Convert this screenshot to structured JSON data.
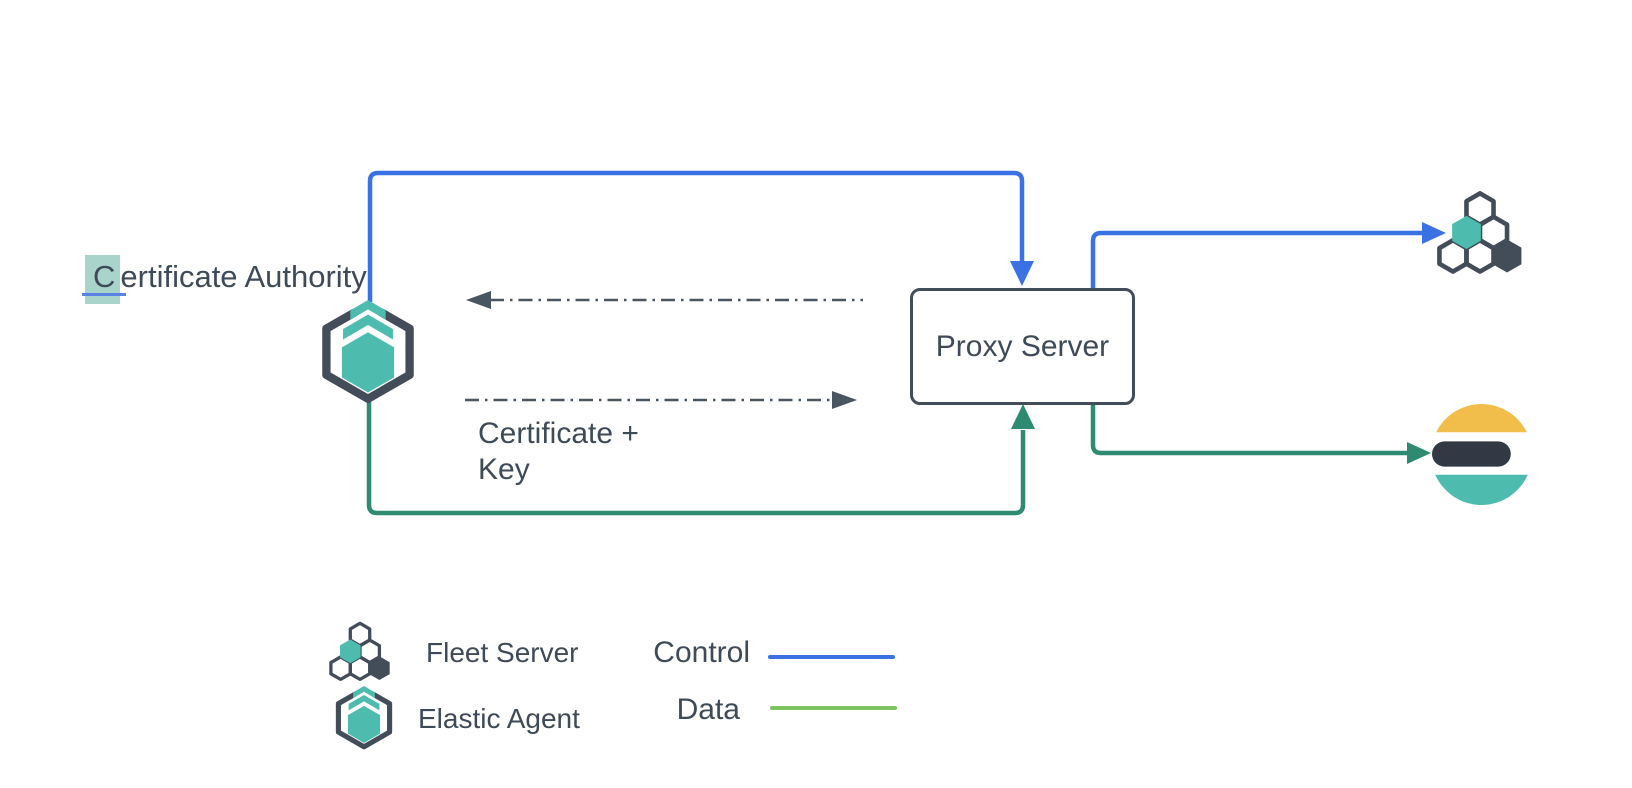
{
  "nodes": {
    "certificate_authority": {
      "highlighted_char": "C",
      "rest": "ertificate Authority"
    },
    "proxy_server": {
      "label": "Proxy Server"
    },
    "certificate_key": {
      "line1": "Certificate +",
      "line2": "Key"
    }
  },
  "legend": {
    "items": [
      {
        "icon": "fleet-server-icon",
        "label": "Fleet Server"
      },
      {
        "icon": "elastic-agent-icon",
        "label": "Elastic Agent"
      }
    ],
    "lines": [
      {
        "label": "Control",
        "color": "#3b72e3"
      },
      {
        "label": "Data",
        "color": "#7cc45f"
      }
    ]
  },
  "colors": {
    "control_blue": "#3b72e3",
    "data_green_dark": "#2e8a70",
    "data_green_legend": "#7cc45f",
    "teal": "#4dbcae",
    "dark_slate": "#434c59",
    "es_yellow": "#f1bd4b",
    "es_ink": "#333944",
    "text": "#3f4a58",
    "highlight_teal": "#a9d4cb",
    "cursor_blue": "#5b81e2",
    "dashed_gray": "#4a5562"
  }
}
